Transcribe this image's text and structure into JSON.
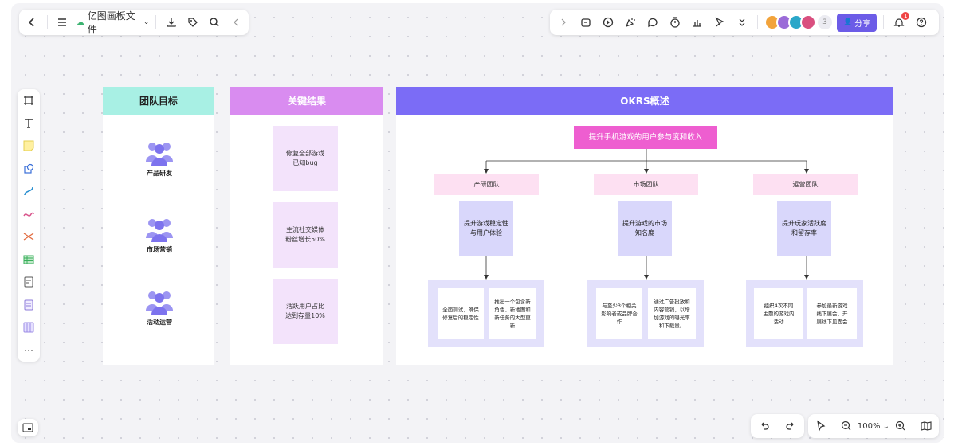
{
  "toolbar_left": {
    "doc_title": "亿图画板文件"
  },
  "toolbar_right": {
    "avatar_count": "3",
    "share_label": "分享",
    "notification_count": "1",
    "avatar_colors": [
      "#f2a33a",
      "#9b6bd8",
      "#2aa7c9",
      "#d94f7f"
    ]
  },
  "zoom": {
    "level": "100%"
  },
  "board": {
    "col1_title": "团队目标",
    "col2_title": "关键结果",
    "col3_title": "OKRS概述",
    "teams": [
      "产品研发",
      "市场营销",
      "活动运营"
    ],
    "key_results": [
      "修复全部游戏\n已知bug",
      "主流社交媒体\n粉丝增长50%",
      "活跃用户占比\n达到存量10%"
    ],
    "main_goal": "提升手机游戏的用户参与度和收入",
    "branches": [
      {
        "team": "产研团队",
        "objective": "提升游戏稳定性\n与用户体验",
        "tasks": [
          "全面测试，确保\n修复后的稳定性",
          "推出一个包含新\n角色、新地图和\n新任务的大型更\n新"
        ]
      },
      {
        "team": "市场团队",
        "objective": "提升游戏的市场\n知名度",
        "tasks": [
          "与至少3个相关\n影响者或品牌合\n作",
          "通过广告投放和\n内容营销，以增\n加游戏的曝光率\n和下载量。"
        ]
      },
      {
        "team": "运营团队",
        "objective": "提升玩家活跃度\n和留存率",
        "tasks": [
          "组织4次不同\n主题的游戏内\n活动",
          "参加最新游戏\n线下展会，开\n展线下见面会"
        ]
      }
    ]
  },
  "colors": {
    "col1_header": "#a8f0e4",
    "col2_header": "#d98cf0",
    "col3_header": "#7b6cf6",
    "accent": "#6c5ce7"
  }
}
